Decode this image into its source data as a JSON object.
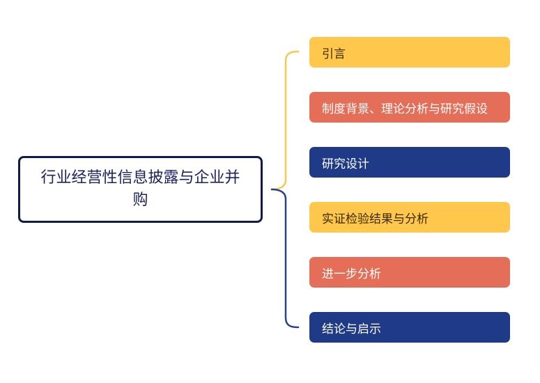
{
  "diagram": {
    "root": {
      "label": "行业经营性信息披露与企业并购",
      "border_color": "#0f1a4d",
      "text_color": "#1e2260"
    },
    "connectors": {
      "upper_color": "#f9c74f",
      "lower_color": "#23438d"
    },
    "children": [
      {
        "label": "引言",
        "bg_color": "#ffc84d",
        "text_color": "#3a2a00"
      },
      {
        "label": "制度背景、理论分析与研究假设",
        "bg_color": "#e46e58",
        "text_color": "#ffffff"
      },
      {
        "label": "研究设计",
        "bg_color": "#1f3a86",
        "text_color": "#ffffff"
      },
      {
        "label": "实证检验结果与分析",
        "bg_color": "#ffc84d",
        "text_color": "#3a2a00"
      },
      {
        "label": "进一步分析",
        "bg_color": "#e46e58",
        "text_color": "#ffffff"
      },
      {
        "label": "结论与启示",
        "bg_color": "#1f3a86",
        "text_color": "#ffffff"
      }
    ]
  }
}
